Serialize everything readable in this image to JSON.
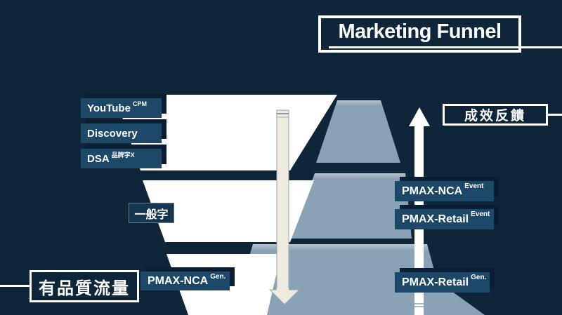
{
  "title": "Marketing Funnel",
  "callouts": {
    "feedback": "成效反饋",
    "quality_traffic": "有品質流量"
  },
  "funnel_labels": {
    "tier1": [
      {
        "text": "YouTube",
        "sup": "CPM"
      },
      {
        "text": "Discovery",
        "sup": ""
      },
      {
        "text": "DSA",
        "sup": "品牌字X"
      }
    ],
    "tier2": {
      "text": "一般字"
    },
    "tier3": {
      "text": "PMAX-NCA",
      "sup": "Gen."
    }
  },
  "pyramid_labels": [
    {
      "text": "PMAX-NCA",
      "sup": "Event"
    },
    {
      "text": "PMAX-Retail",
      "sup": "Event"
    },
    {
      "text": "PMAX-Retail",
      "sup": "Gen."
    }
  ],
  "diagram": {
    "down_arrow": "traffic-flow-down-arrow",
    "up_arrow": "performance-feedback-up-arrow",
    "funnel_shape": "white-inverted-funnel-3-tiers",
    "pyramid_shape": "gray-pyramid-3-tiers"
  },
  "colors": {
    "background": "#0f2539",
    "funnel": "#ffffff",
    "pyramid": "#8aa2b6",
    "label_box": "#1d4868",
    "label_box_shadow": "#0b1e33",
    "down_arrow": "#eeebde",
    "up_arrow": "#ffffff"
  }
}
